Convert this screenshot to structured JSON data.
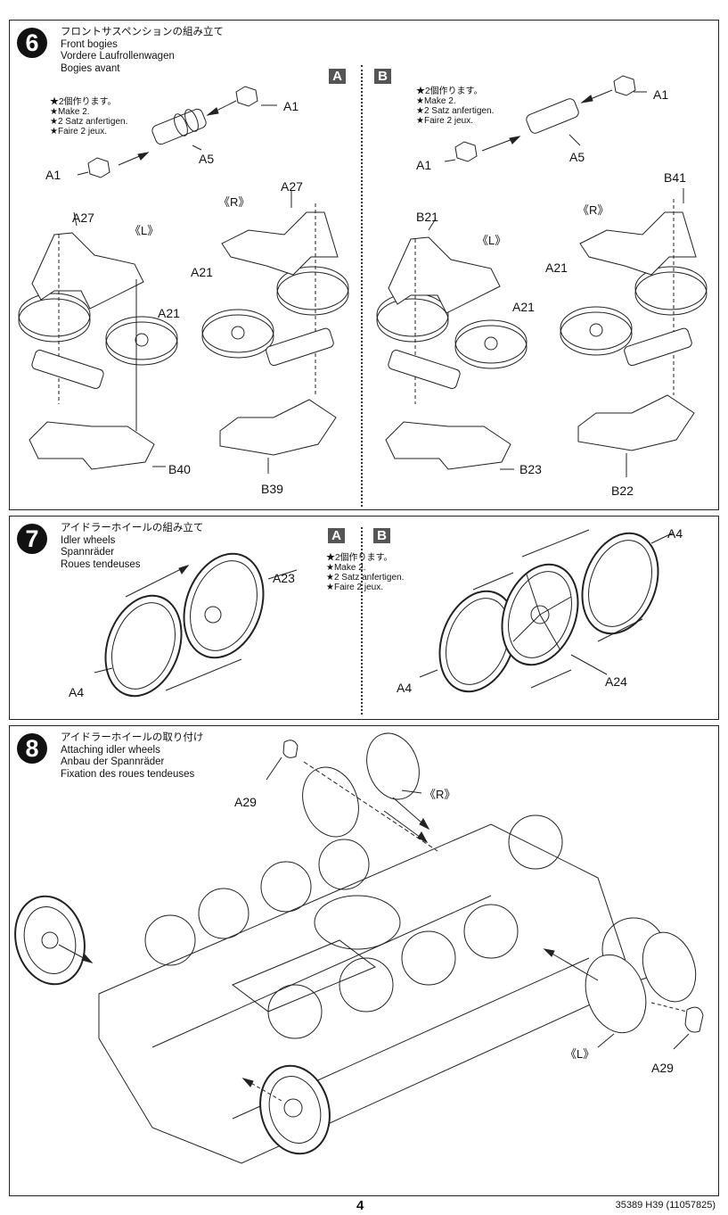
{
  "page": {
    "page_number": "4",
    "product_code": "35389  H39 (11057825)"
  },
  "variants": {
    "a": "A",
    "b": "B"
  },
  "make_two_notes": [
    "★2個作ります。",
    "★Make 2.",
    "★2 Satz anfertigen.",
    "★Faire 2 jeux."
  ],
  "steps": [
    {
      "number": "6",
      "titles": [
        "フロントサスペンションの組み立て",
        "Front bogies",
        "Vordere Laufrollenwagen",
        "Bogies avant"
      ],
      "variant_a": {
        "axle_labels": [
          "A1",
          "A5",
          "A1"
        ],
        "left_side": {
          "side": "《L》",
          "labels": [
            "A27",
            "A21",
            "B40"
          ]
        },
        "right_side": {
          "side": "《R》",
          "labels": [
            "A27",
            "A21",
            "B39"
          ]
        }
      },
      "variant_b": {
        "axle_labels": [
          "A1",
          "A5",
          "A1"
        ],
        "left_side": {
          "side": "《L》",
          "labels": [
            "B21",
            "A21",
            "B23"
          ]
        },
        "right_side": {
          "side": "《R》",
          "labels": [
            "B41",
            "A21",
            "B22"
          ]
        }
      }
    },
    {
      "number": "7",
      "titles": [
        "アイドラーホイールの組み立て",
        "Idler wheels",
        "Spannräder",
        "Roues tendeuses"
      ],
      "variant_a": {
        "labels": [
          "A23",
          "A4"
        ]
      },
      "variant_b": {
        "labels": [
          "A4",
          "A4",
          "A24"
        ]
      }
    },
    {
      "number": "8",
      "titles": [
        "アイドラーホイールの取り付け",
        "Attaching idler wheels",
        "Anbau der Spannräder",
        "Fixation des roues tendeuses"
      ],
      "labels": {
        "top_part": "A29",
        "top_side": "《R》",
        "bottom_side": "《L》",
        "bottom_part": "A29"
      }
    }
  ]
}
